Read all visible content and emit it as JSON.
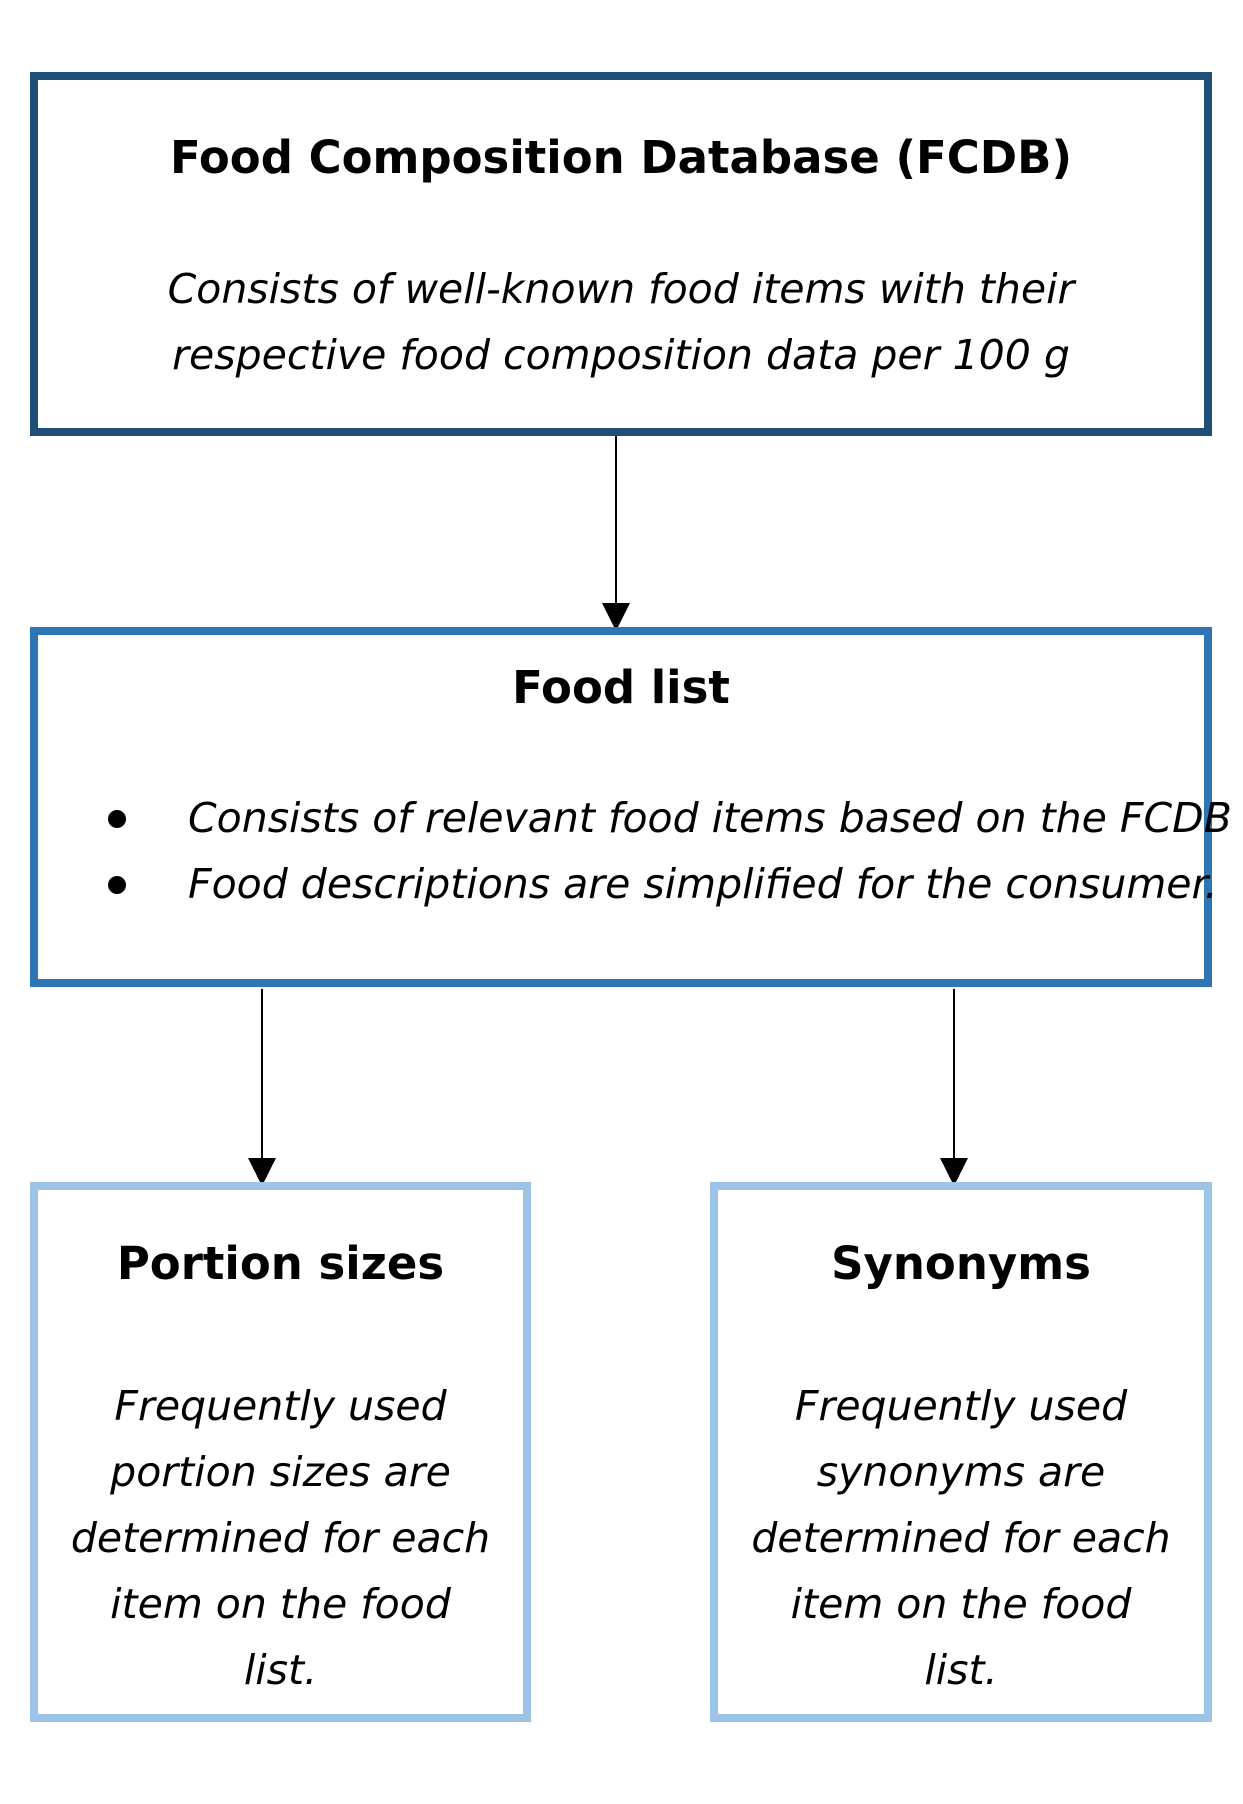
{
  "boxes": {
    "fcdb": {
      "title": "Food Composition Database (FCDB)",
      "description_lines": [
        "Consists of well-known food items with their",
        "respective food composition data per 100 g"
      ]
    },
    "food_list": {
      "title": "Food list",
      "bullets": [
        "Consists of relevant food items based on the FCDB",
        "Food descriptions are simplified for the consumer."
      ]
    },
    "portion_sizes": {
      "title": "Portion sizes",
      "description_lines": [
        "Frequently used",
        "portion sizes are",
        "determined for each",
        "item on the food",
        "list."
      ]
    },
    "synonyms": {
      "title": "Synonyms",
      "description_lines": [
        "Frequently used",
        "synonyms are",
        "determined for each",
        "item on the food",
        "list."
      ]
    }
  },
  "colors": {
    "fcdb_border": "#1f4e79",
    "food_list_border": "#2e75b6",
    "leaf_border": "#9dc3e6",
    "arrow": "#000000"
  },
  "edges": [
    {
      "from": "fcdb",
      "to": "food_list"
    },
    {
      "from": "food_list",
      "to": "portion_sizes"
    },
    {
      "from": "food_list",
      "to": "synonyms"
    }
  ]
}
